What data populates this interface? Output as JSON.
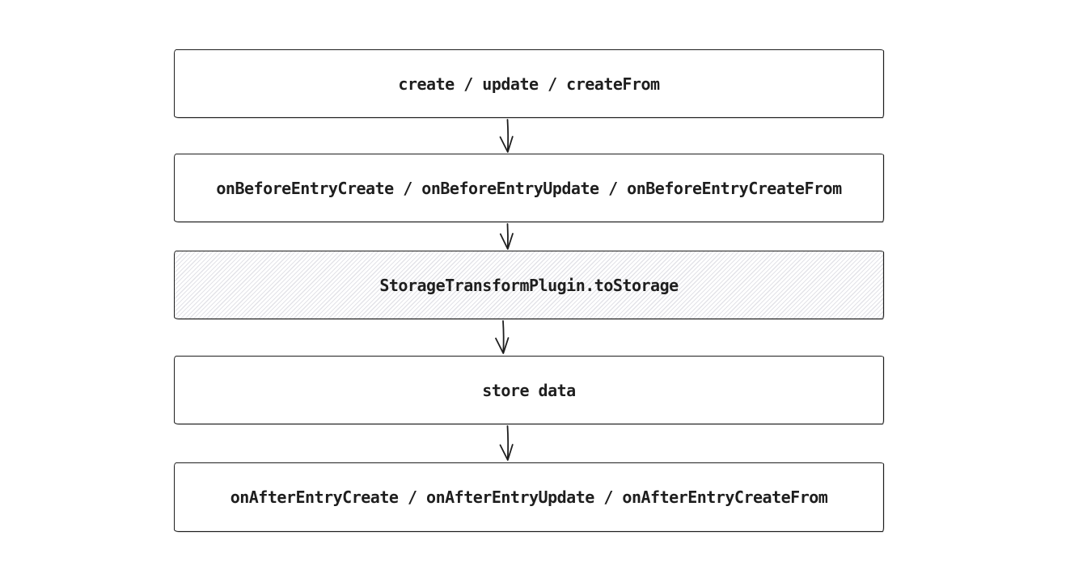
{
  "diagram": {
    "title": "entry create/update lifecycle flow",
    "style": {
      "stroke_color": "#1e1e1e",
      "text_color": "#1e1e1e",
      "hatch_color": "#e3e3e8",
      "background_color": "#ffffff",
      "highlighted_fill_style": "hachure"
    },
    "nodes": [
      {
        "label": "create / update / createFrom",
        "fill": "plain"
      },
      {
        "label": "onBeforeEntryCreate / onBeforeEntryUpdate / onBeforeEntryCreateFrom",
        "fill": "plain"
      },
      {
        "label": "StorageTransformPlugin.toStorage",
        "fill": "hatched"
      },
      {
        "label": "store data",
        "fill": "plain"
      },
      {
        "label": "onAfterEntryCreate / onAfterEntryUpdate / onAfterEntryCreateFrom",
        "fill": "plain"
      }
    ],
    "edges": [
      {
        "from": "create / update / createFrom",
        "to": "onBeforeEntryCreate / onBeforeEntryUpdate / onBeforeEntryCreateFrom"
      },
      {
        "from": "onBeforeEntryCreate / onBeforeEntryUpdate / onBeforeEntryCreateFrom",
        "to": "StorageTransformPlugin.toStorage"
      },
      {
        "from": "StorageTransformPlugin.toStorage",
        "to": "store data"
      },
      {
        "from": "store data",
        "to": "onAfterEntryCreate / onAfterEntryUpdate / onAfterEntryCreateFrom"
      }
    ]
  }
}
